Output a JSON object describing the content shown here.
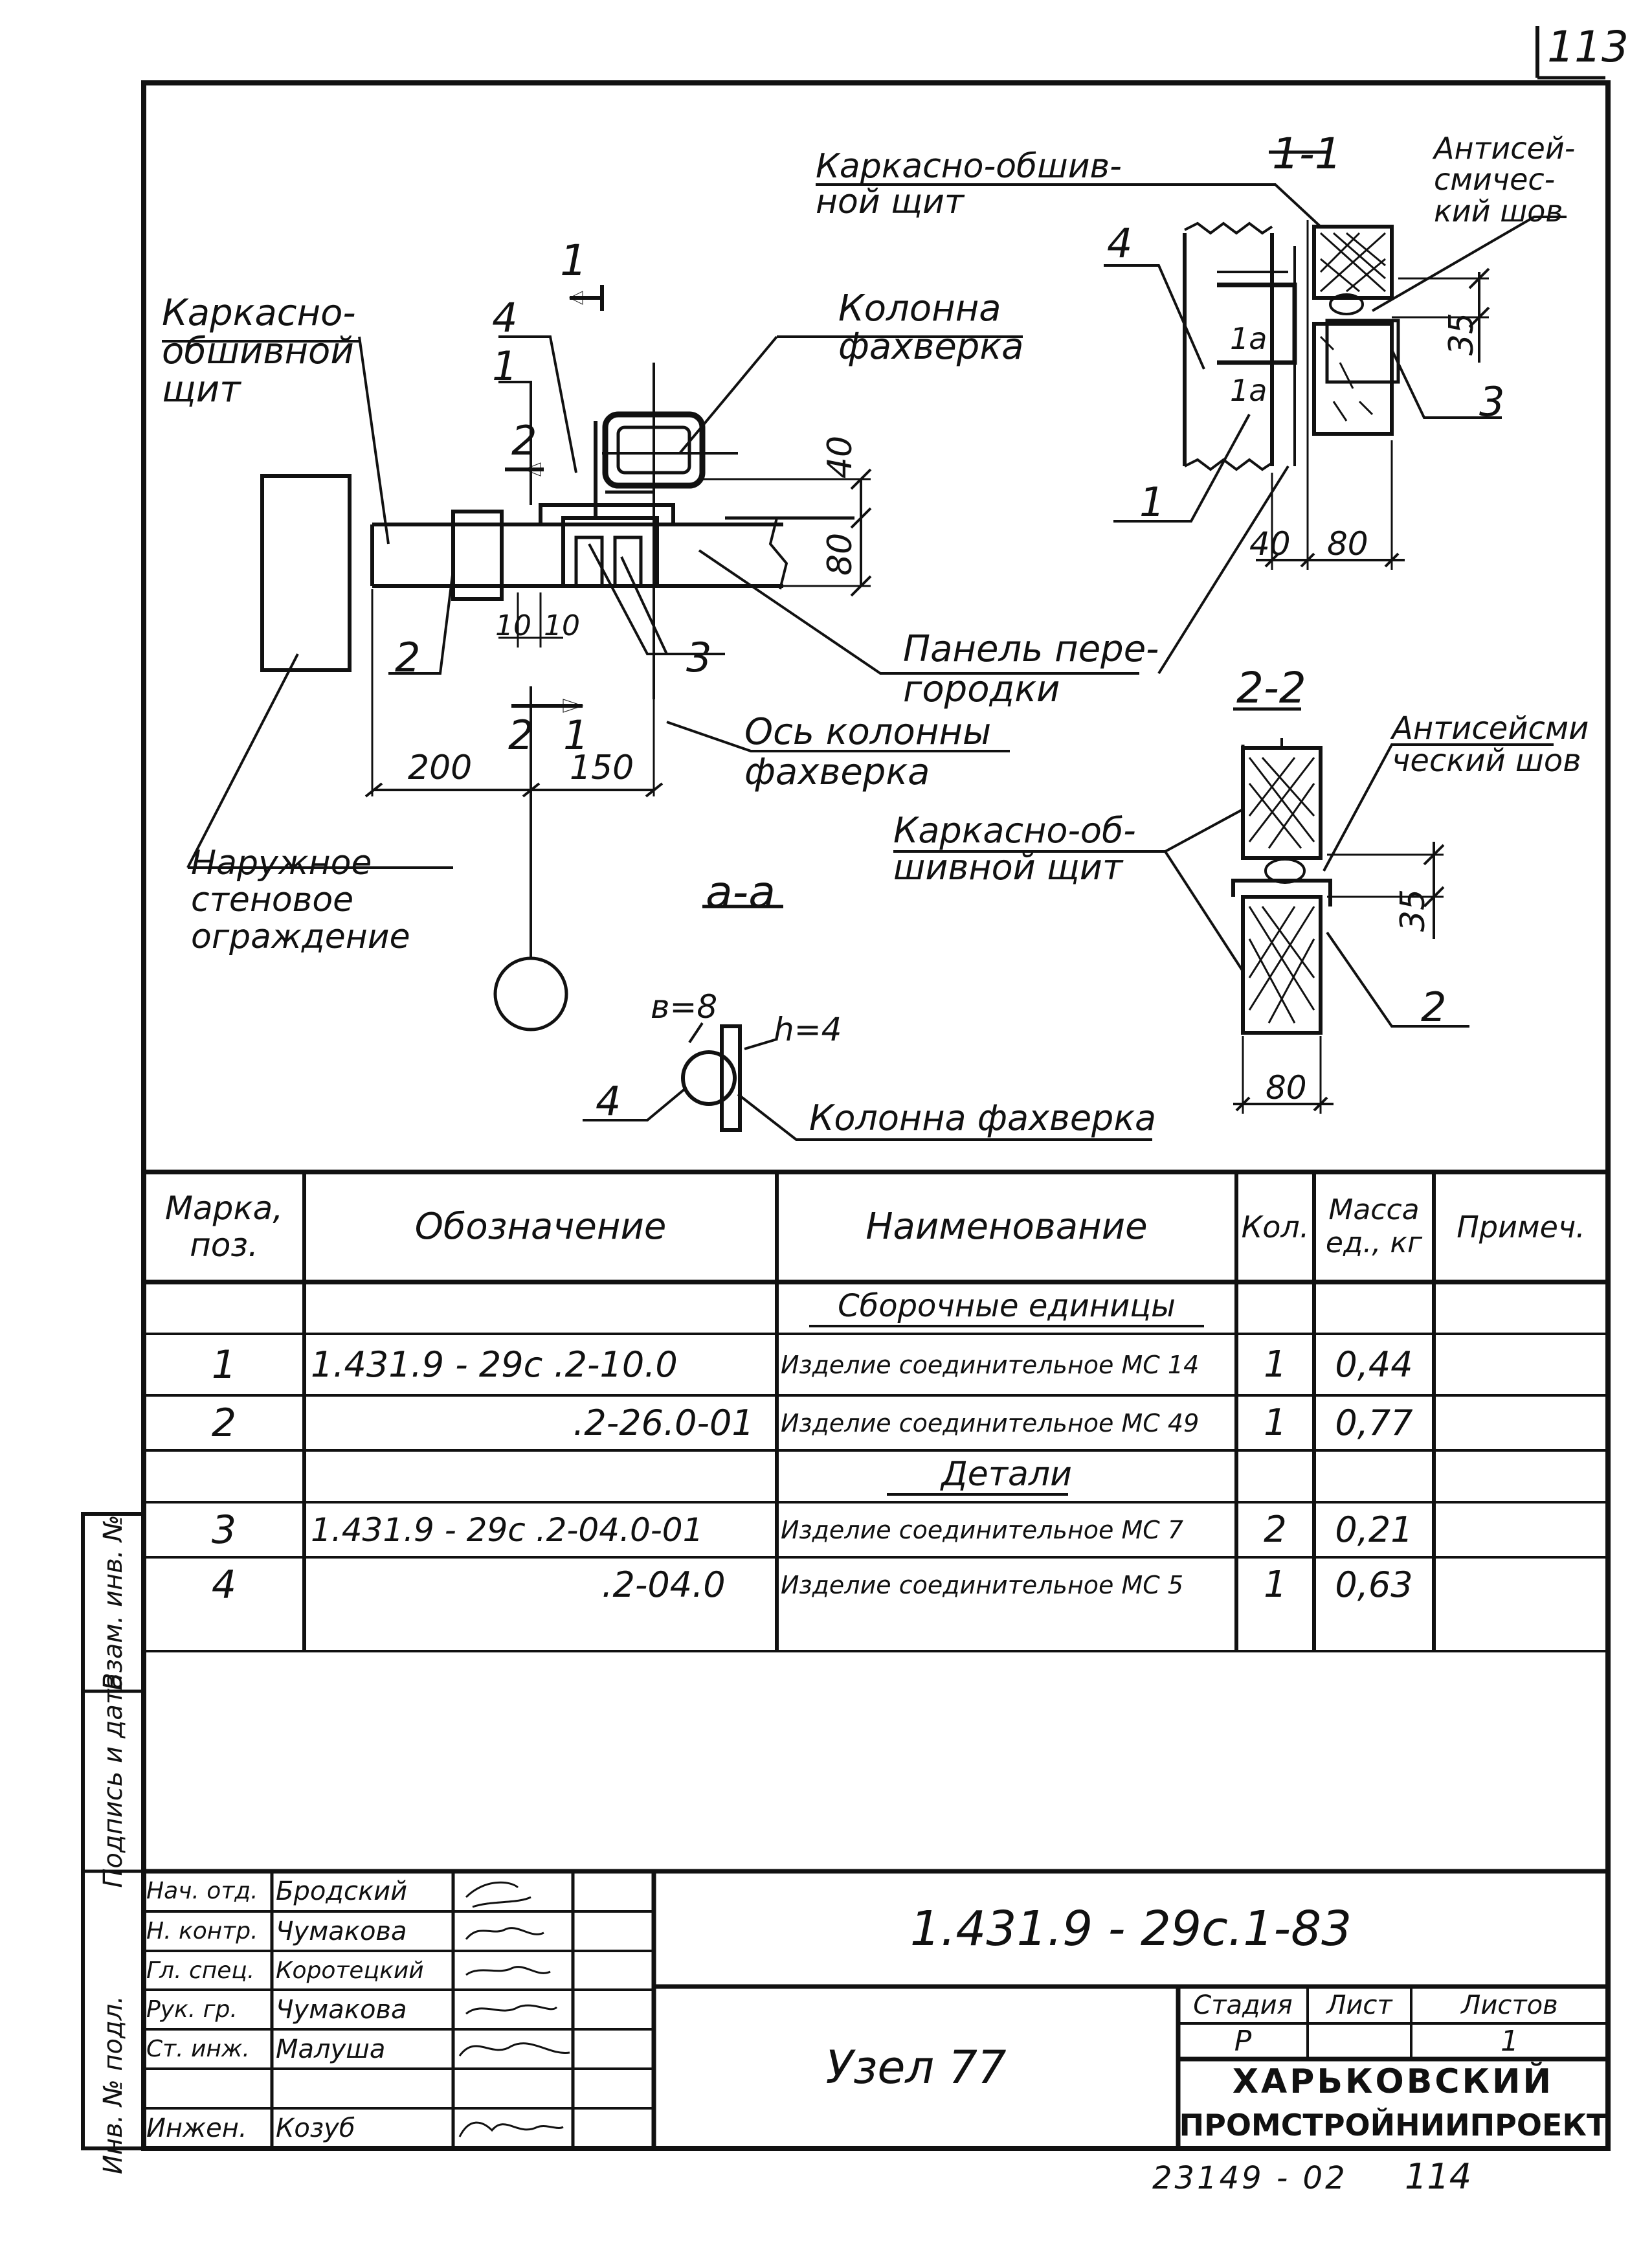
{
  "page_number": "113",
  "bottom_code": "23149 - 02",
  "bottom_number": "114",
  "drawing": {
    "main_view": {
      "labels": {
        "karkasno_left": "Каркасно-\nобшивной\nщит",
        "kolonna": "Колонна\nфахверка",
        "panel": "Панель пере-\nгородки",
        "os": "Ось колонны\nфахверка",
        "naruzhnoe": "Наружное\nстеновое\nограждение",
        "section_aa": "а-а"
      },
      "marks": {
        "m1_top": "1",
        "m4": "4",
        "m1": "1",
        "m2_top": "2",
        "m2": "2",
        "m3": "3",
        "m2_bottom": "2",
        "m1_bottom": "1"
      },
      "dims": {
        "d40": "40",
        "d80": "80",
        "d10a": "10",
        "d10b": "10",
        "d200": "200",
        "d150": "150"
      }
    },
    "section_11": {
      "title": "1-1",
      "labels": {
        "karkasno": "Каркасно-обшив-\nной щит",
        "antiseism": "Антисей-\nсмичес-\nкий шов"
      },
      "marks": {
        "m4": "4",
        "m1a": "1а",
        "m1b": "1а",
        "m3": "3",
        "m1": "1"
      },
      "dims": {
        "d35": "35",
        "d40": "40",
        "d80": "80"
      }
    },
    "section_22": {
      "title": "2-2",
      "labels": {
        "antiseism": "Антисейсми\nческий шов",
        "karkasno": "Каркасно-об-\nшивной щит"
      },
      "marks": {
        "m2": "2"
      },
      "dims": {
        "d35": "35",
        "d80": "80"
      }
    },
    "weld": {
      "b": "в=8",
      "h": "h=4",
      "mark": "4",
      "label": "Колонна фахверка"
    }
  },
  "spec_table": {
    "headers": [
      "Марка,\nпоз.",
      "Обозначение",
      "Наименование",
      "Кол.",
      "Масса\nед., кг",
      "Примеч."
    ],
    "section_assembly": "Сборочные единицы",
    "section_details": "Детали",
    "rows": [
      {
        "pos": "1",
        "designation": "1.431.9 - 29с .2-10.0",
        "name": "Изделие соединительное МС 14",
        "qty": "1",
        "mass": "0,44",
        "note": ""
      },
      {
        "pos": "2",
        "designation": ".2-26.0-01",
        "name": "Изделие соединительное МС 49",
        "qty": "1",
        "mass": "0,77",
        "note": ""
      },
      {
        "pos": "3",
        "designation": "1.431.9 - 29с .2-04.0-01",
        "name": "Изделие соединительное МС 7",
        "qty": "2",
        "mass": "0,21",
        "note": ""
      },
      {
        "pos": "4",
        "designation": ".2-04.0",
        "name": "Изделие соединительное МС 5",
        "qty": "1",
        "mass": "0,63",
        "note": ""
      }
    ]
  },
  "side_stamp": [
    "Инв. № подл.",
    "Подпись и дата",
    "Взам. инв. №"
  ],
  "title_block": {
    "people": [
      {
        "role": "Нач. отд.",
        "name": "Бродский"
      },
      {
        "role": "Н. контр.",
        "name": "Чумакова"
      },
      {
        "role": "Гл. спец.",
        "name": "Коротецкий"
      },
      {
        "role": "Рук. гр.",
        "name": "Чумакова"
      },
      {
        "role": "Ст. инж.",
        "name": "Малуша"
      },
      {
        "role": "",
        "name": ""
      },
      {
        "role": "Инжен.",
        "name": "Козуб"
      }
    ],
    "document_code": "1.431.9 - 29с.1-83",
    "title": "Узел 77",
    "stage_label": "Стадия",
    "sheet_label": "Лист",
    "sheets_label": "Листов",
    "stage": "Р",
    "sheet": "",
    "sheets": "1",
    "org_line1": "Харьковский",
    "org_line2": "Промстройниипроект"
  }
}
